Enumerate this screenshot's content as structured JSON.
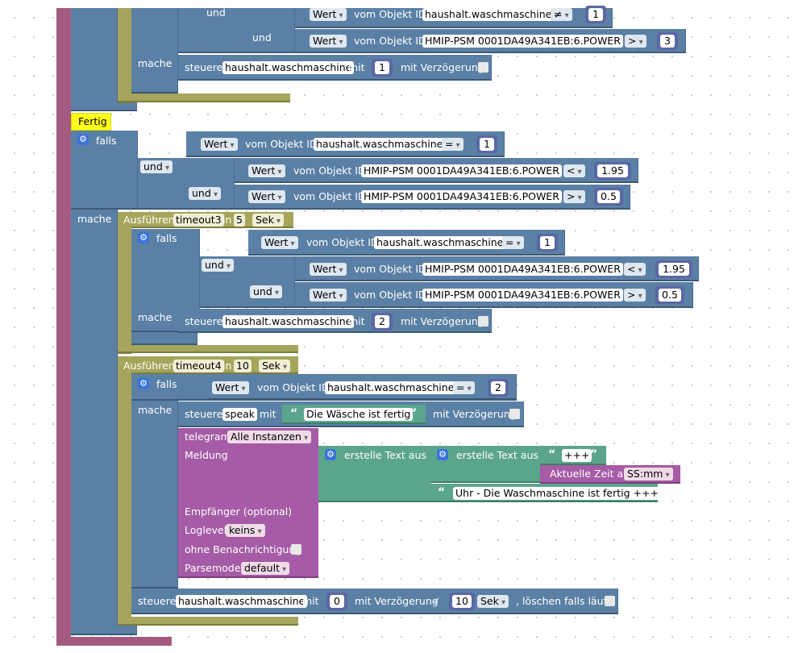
{
  "labels": {
    "und": "und",
    "mache": "mache",
    "falls": "falls",
    "wert": "Wert",
    "vom_objekt_id": "vom Objekt ID",
    "steuere": "steuere",
    "mit": "mit",
    "mit_verzoegerung": "mit Verzögerung",
    "ausfuehren": "Ausführen",
    "in": "in",
    "sek": "Sek",
    "fertig": "Fertig",
    "erstelle_text_aus": "erstelle Text aus",
    "aktuelle_zeit_als": "Aktuelle Zeit als",
    "loeschen_falls_laeuft": ", löschen falls läuft",
    "empfaenger": "Empfänger (optional)",
    "loglevel": "Loglevel",
    "ohne_benachrichtigung": "ohne Benachrichtigung",
    "parsemode": "Parsemode",
    "telegram": "telegram",
    "meldung": "Meldung",
    "check_mark": "✓"
  },
  "objects": {
    "waschmaschine": "haushalt.waschmaschine",
    "power": "HMIP-PSM 0001DA49A341EB:6.POWER",
    "speak": "speak"
  },
  "top_section": {
    "row1_op": "≠",
    "row1_val": "1",
    "row2_op": ">",
    "row2_val": "3",
    "steuere_val": "1"
  },
  "fertig_section": {
    "cond1_op": "=",
    "cond1_val": "1",
    "cond2_op": "<",
    "cond2_val": "1.95",
    "cond3_op": ">",
    "cond3_val": "0.5",
    "timeout3": {
      "name": "timeout3",
      "delay": "5",
      "cond1_op": "=",
      "cond1_val": "1",
      "cond2_op": "<",
      "cond2_val": "1.95",
      "cond3_op": ">",
      "cond3_val": "0.5",
      "steuere_val": "2"
    },
    "timeout4": {
      "name": "timeout4",
      "delay": "10",
      "cond_op": "=",
      "cond_val": "2",
      "speak_text": "Die Wäsche ist fertig",
      "telegram_instance": "Alle Instanzen",
      "text_plus": "+++",
      "time_format": "SS:mm",
      "text_done": "Uhr - Die Waschmaschine ist fertig +++",
      "loglevel_value": "keins",
      "parsemode_value": "default",
      "final_val": "0",
      "final_delay": "10"
    }
  }
}
